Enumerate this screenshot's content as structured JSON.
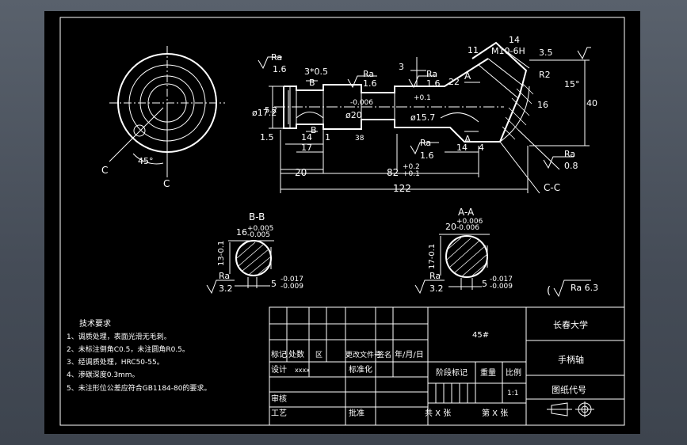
{
  "labels": {
    "ra_1": "Ra",
    "ra_1_val": "1.6",
    "chamfer": "3*0.5",
    "ra_2": "Ra",
    "ra_2_val": "1.6",
    "dim_3": "3",
    "ra_3": "Ra",
    "ra_3_val": "1.6",
    "dim_11": "11",
    "dim_14_top": "14",
    "m10": "M10-6H",
    "dim_3_5": "3.5",
    "r2": "R2",
    "a_top": "A",
    "dim_22": "22",
    "angle_15": "15°",
    "dim_16": "16",
    "dim_40": "40",
    "dia_17_2": "ø17.2",
    "dim_5_2": "5.2",
    "dia_20": "ø20",
    "tol_20": "-0.006",
    "dia_15_7": "ø15.7",
    "tol_15": "+0.1",
    "b_top": "B",
    "b_bot": "B",
    "dim_1_5": "1.5",
    "dim_14_a": "14",
    "dim_1": "1",
    "dim_17": "17",
    "dim_38": "38",
    "ra_4": "Ra",
    "ra_4_val": "1.6",
    "dim_14_b": "14",
    "dim_4": "4",
    "a_bot": "A",
    "ra_5": "Ra",
    "ra_5_val": "0.8",
    "dim_20": "20",
    "dim_82": "82",
    "tol_82_u": "+0.2",
    "tol_82_l": "+0.1",
    "dim_122": "122",
    "section_cc": "C-C",
    "c_left": "C",
    "c_right": "C",
    "angle_45": "45°",
    "bb_title": "B-B",
    "bb_dim": "16",
    "bb_tol_u": "+0.005",
    "bb_tol_l": "-0.005",
    "bb_13": "13-0.1",
    "bb_ra": "Ra",
    "bb_ra_val": "3.2",
    "bb_5": "5",
    "bb_5_u": "-0.017",
    "bb_5_l": "-0.009",
    "aa_title": "A-A",
    "aa_dim": "20",
    "aa_tol_u": "+0.006",
    "aa_tol_l": "-0.006",
    "aa_17": "17-0.1",
    "aa_ra": "Ra",
    "aa_ra_val": "3.2",
    "aa_5": "5",
    "aa_5_u": "-0.017",
    "aa_5_l": "-0.009",
    "general_ra": "Ra 6.3"
  },
  "notes": {
    "title": "技术要求",
    "items": [
      "1、调质处理，表面光滑无毛刺。",
      "2、未标注倒角C0.5，未注圆角R0.5。",
      "3、经调质处理，HRC50-55。",
      "4、渗碳深度0.3mm。",
      "5、未注形位公差应符合GB1184-80的要求。"
    ]
  },
  "title_block": {
    "material": "45#",
    "school": "长春大学",
    "part_name": "手柄轴",
    "drawing_code": "图纸代号",
    "h_mark": "标记",
    "h_count": "处数",
    "h_zone": "区",
    "h_docno": "更改文件号",
    "h_sign": "签名",
    "h_date": "年/月/日",
    "design": "设计",
    "designer": "xxxx",
    "standard": "标准化",
    "stage": "阶段标记",
    "weight": "重量",
    "scale": "比例",
    "scale_val": "1:1",
    "review": "审核",
    "process": "工艺",
    "approve": "批准",
    "total": "共 X 张",
    "sheet": "第 X 张"
  }
}
